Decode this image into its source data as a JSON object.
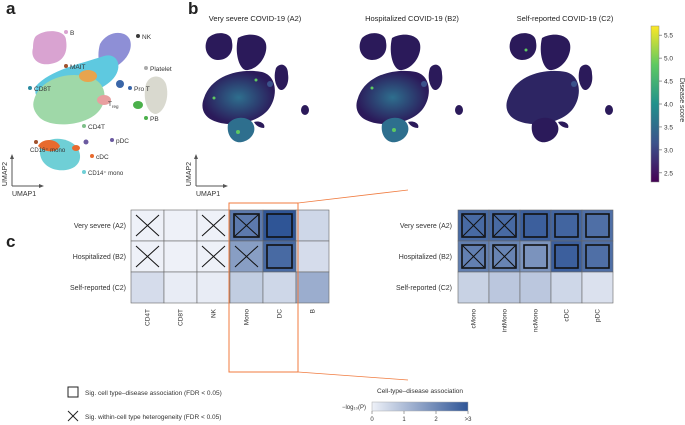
{
  "panel_labels": {
    "a": "a",
    "b": "b",
    "c": "c"
  },
  "panel_a": {
    "clusters": [
      {
        "label": "B",
        "color": "#d9a3d1"
      },
      {
        "label": "NK",
        "color": "#8e8fd6"
      },
      {
        "label": "MAIT",
        "color": "#e8a44e"
      },
      {
        "label": "Platelet",
        "color": "#d9d9cf"
      },
      {
        "label": "CD8T",
        "color": "#5ec9e0"
      },
      {
        "label": "Pro T",
        "color": "#3a66a8"
      },
      {
        "label": "PB",
        "color": "#4bb04b"
      },
      {
        "label": "CD4T",
        "color": "#9fd8a8"
      },
      {
        "label": "pDC",
        "color": "#6b5aa0"
      },
      {
        "label": "cDC",
        "color": "#e86a2e"
      },
      {
        "label": "CD14⁺ mono",
        "color": "#6fcfd6"
      }
    ],
    "label_treg": "T",
    "label_treg_sub": "reg",
    "label_cd16_mono": "CD16⁺ mono",
    "axis_x": "UMAP1",
    "axis_y": "UMAP2"
  },
  "panel_b": {
    "titles": [
      "Very severe COVID-19 (A2)",
      "Hospitalized COVID-19 (B2)",
      "Self-reported COVID-19 (C2)"
    ],
    "axis_x": "UMAP1",
    "axis_y": "UMAP2",
    "colorbar_label": "Disease score",
    "colorbar_ticks": [
      "5.5",
      "5.0",
      "4.5",
      "4.0",
      "3.5",
      "3.0",
      "2.5"
    ],
    "colorbar_colors": [
      "#fde725",
      "#5ec962",
      "#21918c",
      "#3b528b",
      "#440154"
    ]
  },
  "panel_c": {
    "rows": [
      "Very severe (A2)",
      "Hospitalized (B2)",
      "Self-reported (C2)"
    ],
    "left_columns": [
      "CD4T",
      "CD8T",
      "NK",
      "Mono",
      "DC",
      "B"
    ],
    "right_columns": [
      "cMono",
      "intMono",
      "ncMono",
      "cDC",
      "pDC"
    ],
    "left_values": [
      [
        0.0,
        0.0,
        0.0,
        2.3,
        3.0,
        0.5
      ],
      [
        0.0,
        0.0,
        0.0,
        1.6,
        2.6,
        0.4
      ],
      [
        0.4,
        0.1,
        0.1,
        0.7,
        0.5,
        1.3
      ]
    ],
    "left_box": [
      [
        false,
        false,
        false,
        true,
        true,
        false
      ],
      [
        false,
        false,
        false,
        false,
        true,
        false
      ],
      [
        false,
        false,
        false,
        false,
        false,
        false
      ]
    ],
    "left_cross": [
      [
        true,
        false,
        true,
        true,
        false,
        false
      ],
      [
        true,
        false,
        true,
        true,
        false,
        false
      ],
      [
        false,
        false,
        false,
        false,
        false,
        false
      ]
    ],
    "right_values": [
      [
        2.6,
        2.6,
        2.8,
        2.7,
        2.5
      ],
      [
        2.2,
        2.1,
        1.8,
        2.8,
        2.5
      ],
      [
        0.6,
        0.8,
        0.8,
        0.5,
        0.3
      ]
    ],
    "right_box": [
      [
        true,
        true,
        true,
        true,
        true
      ],
      [
        true,
        true,
        true,
        true,
        true
      ],
      [
        false,
        false,
        false,
        false,
        false
      ]
    ],
    "right_cross": [
      [
        true,
        true,
        false,
        false,
        false
      ],
      [
        true,
        true,
        false,
        false,
        false
      ],
      [
        false,
        false,
        false,
        false,
        false
      ]
    ],
    "legend_box": "Sig. cell type–disease association (FDR < 0.05)",
    "legend_cross": "Sig. within-cell type heterogeneity (FDR < 0.05)",
    "colorbar_title": "Cell-type–disease association",
    "colorbar_axis": "−log₁₀(P)",
    "colorbar_ticks": [
      "0",
      "1",
      "2",
      ">3"
    ],
    "color_low": "#eef1f8",
    "color_high": "#2f5596"
  }
}
